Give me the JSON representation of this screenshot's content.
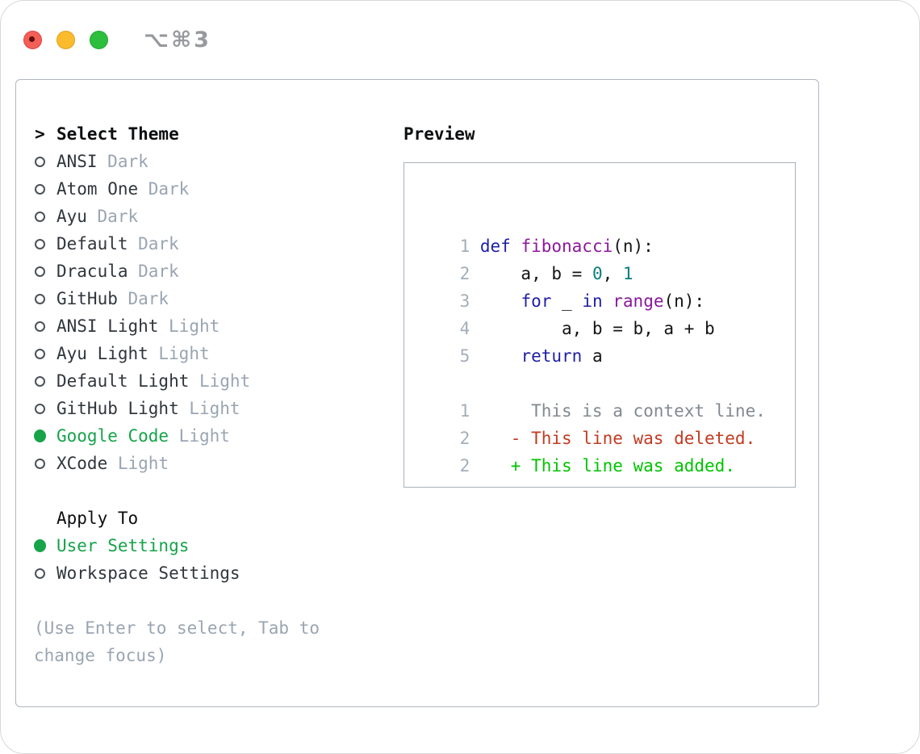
{
  "window": {
    "title": "⌥⌘3"
  },
  "colors": {
    "selected_green": "#16a34a",
    "suffix_gray": "#9aa5b2",
    "hint_gray": "#9aa5b2",
    "text_dark": "#31363c",
    "line_number_gray": "#a3aeb9",
    "syntax_keyword_blue": "#1f1fa8",
    "syntax_type_purple": "#8c189c",
    "syntax_literal_teal": "#0a7d7d",
    "diff_context_gray": "#82898f",
    "diff_deleted_red": "#c23b22",
    "diff_added_green": "#00c300",
    "traffic_red": "#f35f57",
    "traffic_yellow": "#fcbb2d",
    "traffic_green": "#2ebe3e"
  },
  "theme_picker": {
    "header_prefix": ">",
    "header": "Select Theme",
    "items": [
      {
        "name": "ANSI",
        "variant": "Dark",
        "selected": false
      },
      {
        "name": "Atom One",
        "variant": "Dark",
        "selected": false
      },
      {
        "name": "Ayu",
        "variant": "Dark",
        "selected": false
      },
      {
        "name": "Default",
        "variant": "Dark",
        "selected": false
      },
      {
        "name": "Dracula",
        "variant": "Dark",
        "selected": false
      },
      {
        "name": "GitHub",
        "variant": "Dark",
        "selected": false
      },
      {
        "name": "ANSI Light",
        "variant": "Light",
        "selected": false
      },
      {
        "name": "Ayu Light",
        "variant": "Light",
        "selected": false
      },
      {
        "name": "Default Light",
        "variant": "Light",
        "selected": false
      },
      {
        "name": "GitHub Light",
        "variant": "Light",
        "selected": false
      },
      {
        "name": "Google Code",
        "variant": "Light",
        "selected": true
      },
      {
        "name": "XCode",
        "variant": "Light",
        "selected": false
      }
    ]
  },
  "apply_to": {
    "header": "Apply To",
    "options": [
      {
        "name": "User Settings",
        "selected": true
      },
      {
        "name": "Workspace Settings",
        "selected": false
      }
    ]
  },
  "hint": "(Use Enter to select, Tab to change focus)",
  "preview": {
    "header": "Preview",
    "code_lines": [
      {
        "num": "1",
        "segments": [
          {
            "t": "def",
            "c": "kwd"
          },
          {
            "t": " ",
            "c": "pln"
          },
          {
            "t": "fibonacci",
            "c": "typ"
          },
          {
            "t": "(n):",
            "c": "pln"
          }
        ]
      },
      {
        "num": "2",
        "segments": [
          {
            "t": "    a, b = ",
            "c": "pln"
          },
          {
            "t": "0",
            "c": "lit"
          },
          {
            "t": ", ",
            "c": "pln"
          },
          {
            "t": "1",
            "c": "lit"
          }
        ]
      },
      {
        "num": "3",
        "segments": [
          {
            "t": "    ",
            "c": "pln"
          },
          {
            "t": "for",
            "c": "kwd"
          },
          {
            "t": " _ ",
            "c": "pln"
          },
          {
            "t": "in",
            "c": "kwd"
          },
          {
            "t": " ",
            "c": "pln"
          },
          {
            "t": "range",
            "c": "typ"
          },
          {
            "t": "(n):",
            "c": "pln"
          }
        ]
      },
      {
        "num": "4",
        "segments": [
          {
            "t": "        a, b = b, a + b",
            "c": "pln"
          }
        ]
      },
      {
        "num": "5",
        "segments": [
          {
            "t": "    ",
            "c": "pln"
          },
          {
            "t": "return",
            "c": "kwd"
          },
          {
            "t": " a",
            "c": "pln"
          }
        ]
      },
      {
        "num": "",
        "segments": []
      },
      {
        "num": "1",
        "segments": [
          {
            "t": "     This is a context line.",
            "c": "ctx"
          }
        ]
      },
      {
        "num": "2",
        "segments": [
          {
            "t": "   - This line was deleted.",
            "c": "del"
          }
        ]
      },
      {
        "num": "2",
        "segments": [
          {
            "t": "   + This line was added.",
            "c": "add"
          }
        ]
      }
    ]
  }
}
